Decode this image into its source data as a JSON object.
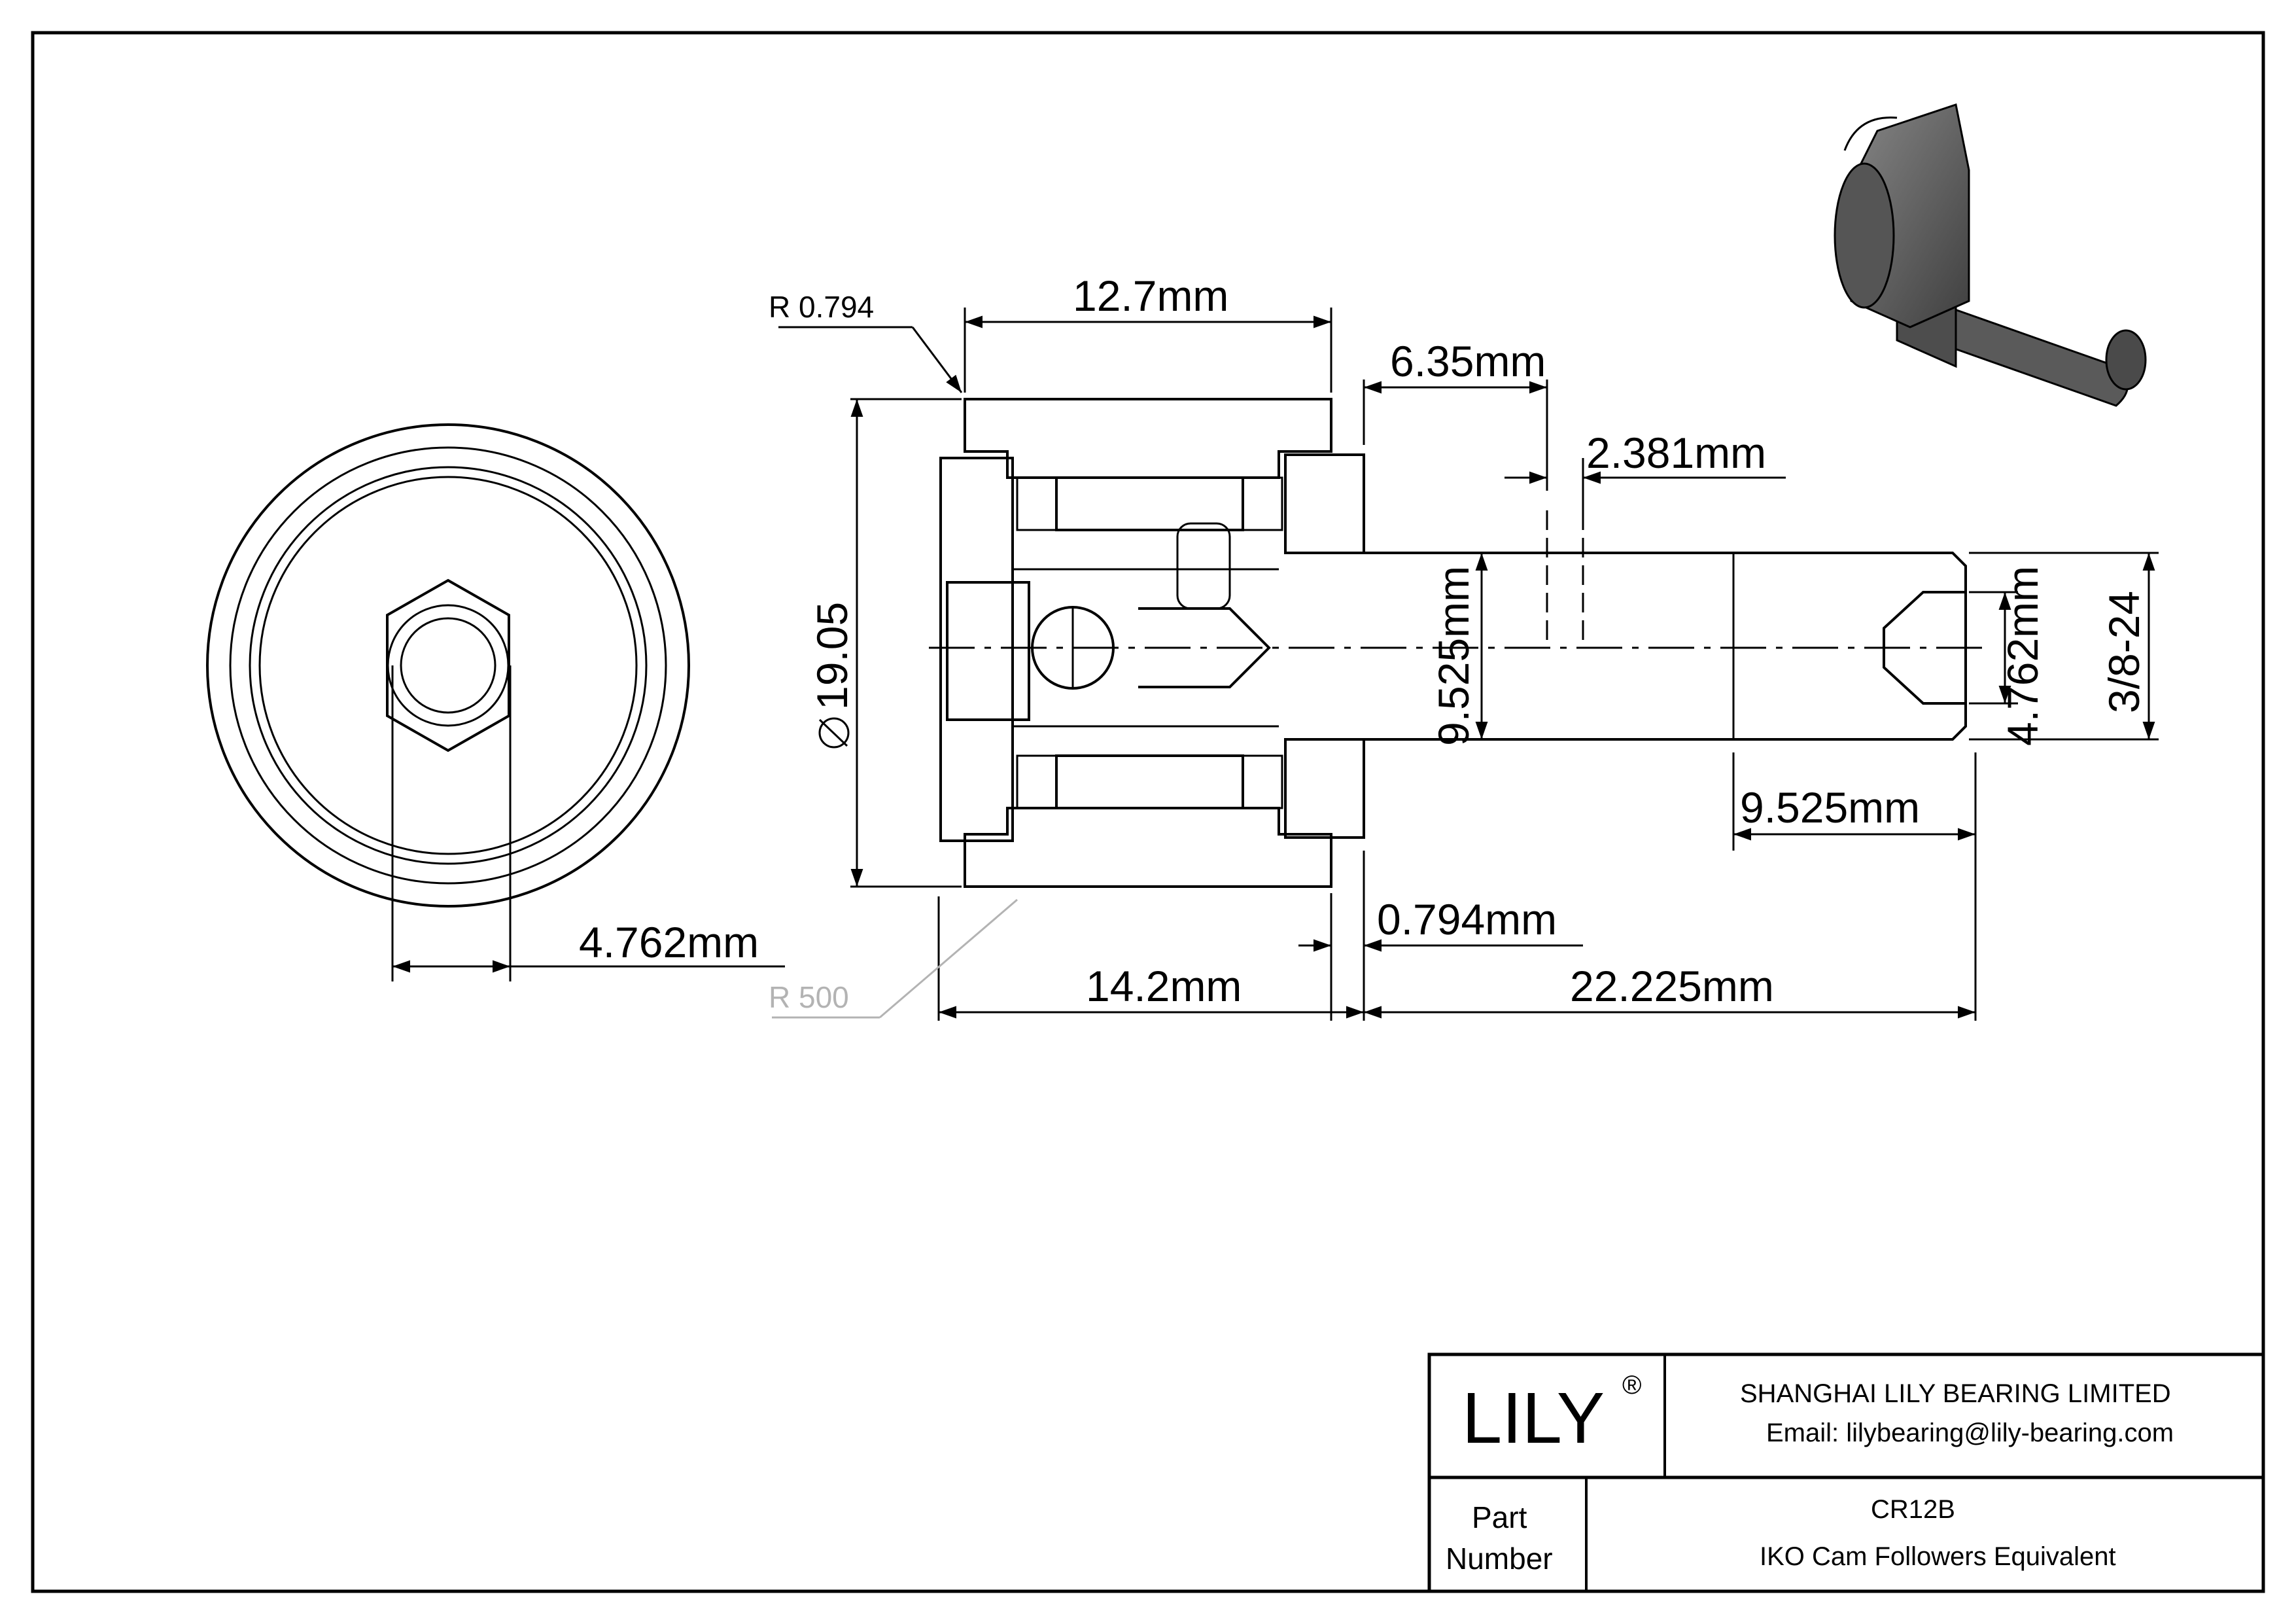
{
  "dimensions": {
    "radius_top": "R 0.794",
    "width_outer": "12.7mm",
    "dia_outer": "19.05",
    "shoulder": "6.35mm",
    "groove": "2.381mm",
    "stud_dia": "9.525mm",
    "hex": "4.762mm",
    "thread": "3/8-24",
    "thread_len": "9.525mm",
    "flange": "0.794mm",
    "radius_crown": "R 500",
    "head_len": "14.2mm",
    "stud_len": "22.225mm",
    "front_hex": "4.762mm"
  },
  "title_block": {
    "logo": "LILY",
    "logo_mark": "®",
    "company": "SHANGHAI LILY BEARING LIMITED",
    "email": "Email: lilybearing@lily-bearing.com",
    "part_label_1": "Part",
    "part_label_2": "Number",
    "part_number": "CR12B",
    "description": "IKO Cam Followers Equivalent"
  }
}
